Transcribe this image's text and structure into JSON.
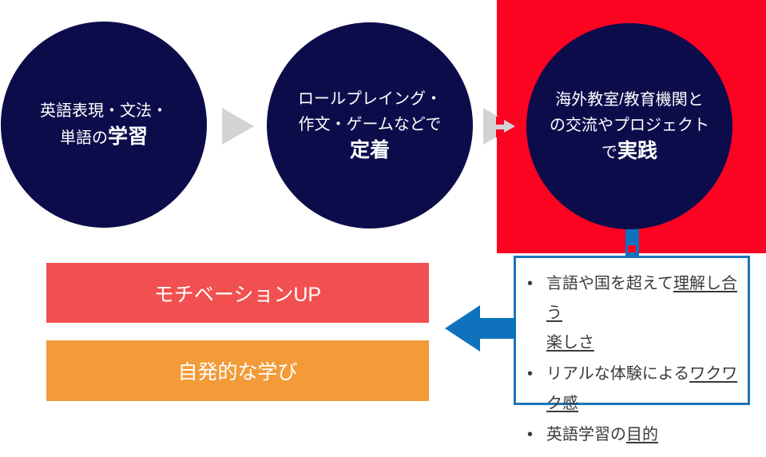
{
  "colors": {
    "navy_circle": "#0d0c4b",
    "red_panel": "#fb0321",
    "gray_arrow": "#d5d2d6",
    "blue_accent": "#0e72bd",
    "box_border": "#1b75bb",
    "bar_motivation": "#f25050",
    "bar_learning": "#f29b38",
    "bullet_text": "#3a3a3a"
  },
  "circles": [
    {
      "pre": "英語表現・文法・\n単語の",
      "keyword": "学習"
    },
    {
      "pre": "ロールプレイング・\n作文・ゲームなどで\n",
      "keyword": "定着"
    },
    {
      "pre": "海外教室/教育機関と\nの交流やプロジェクト\nで",
      "keyword": "実践"
    }
  ],
  "benefits_box": {
    "bullet_char": "•",
    "items": [
      {
        "pre": "言語や国を超えて",
        "underline": "理解し合う\n楽しさ"
      },
      {
        "pre": "リアルな体験による",
        "underline": "ワクワク感"
      },
      {
        "pre": "英語学習の",
        "underline": "目的"
      }
    ]
  },
  "bars": [
    {
      "label": "モチベーションUP"
    },
    {
      "label": "自発的な学び"
    }
  ]
}
